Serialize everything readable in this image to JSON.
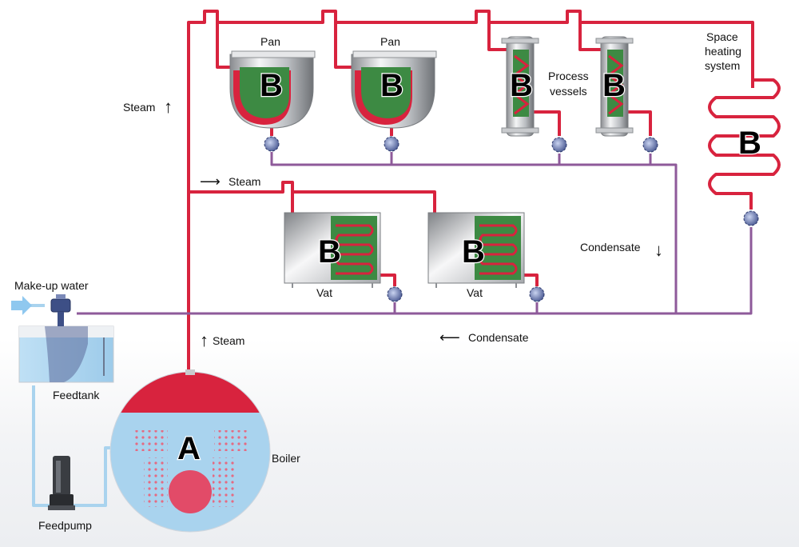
{
  "labels": {
    "pan_left": "Pan",
    "pan_right": "Pan",
    "process_vessels_line1": "Process",
    "process_vessels_line2": "vessels",
    "space_heating_line1": "Space",
    "space_heating_line2": "heating",
    "space_heating_line3": "system",
    "steam_main": "Steam",
    "steam_branch": "Steam",
    "steam_boiler": "Steam",
    "condensate_right": "Condensate",
    "condensate_return": "Condensate",
    "vat_left": "Vat",
    "vat_right": "Vat",
    "makeup_water": "Make-up water",
    "feedtank": "Feedtank",
    "boiler": "Boiler",
    "feedpump": "Feedpump"
  },
  "markers": {
    "boiler": "A",
    "pan_left": "B",
    "pan_right": "B",
    "vessel_left": "B",
    "vessel_right": "B",
    "space_heating": "B",
    "vat_left": "B",
    "vat_right": "B"
  },
  "arrows": {
    "up": "↑",
    "down": "↓",
    "right": "⟶",
    "left": "⟵"
  },
  "colors": {
    "steam": "#d8233e",
    "condensate": "#8e5a9a",
    "water": "#a9d3ee",
    "product": "#3d8a43",
    "trap": "#5b6fa8"
  }
}
